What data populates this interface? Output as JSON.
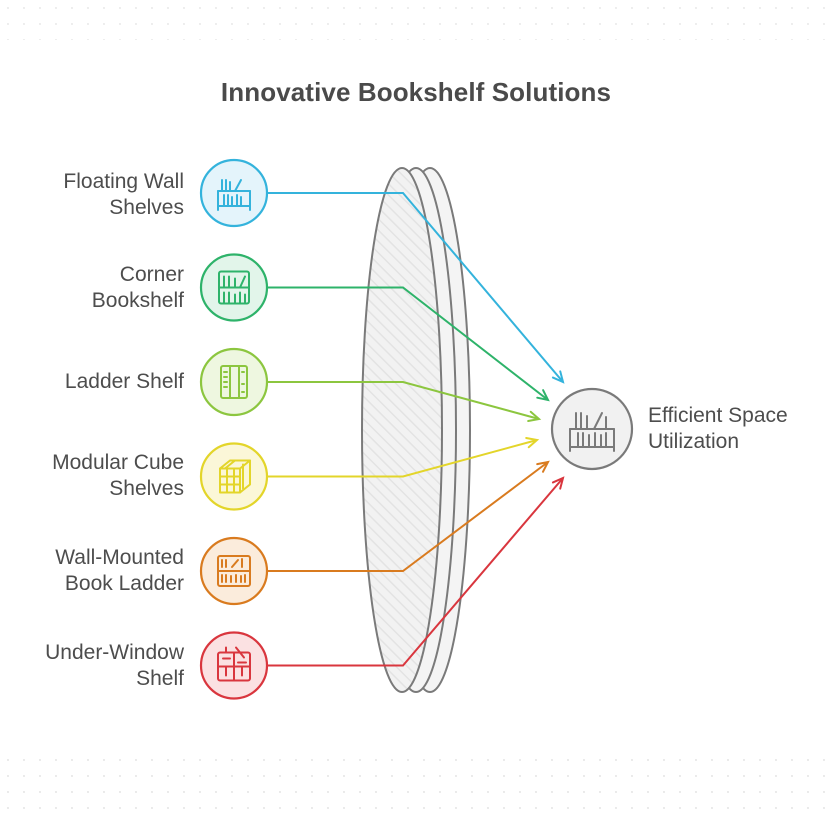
{
  "title": "Innovative Bookshelf Solutions",
  "colors": {
    "cyan": "#34b3dc",
    "green": "#2eb36a",
    "lime": "#8cc63f",
    "yellow": "#e3d52a",
    "orange": "#d97b1f",
    "red": "#d9363e",
    "gray": "#7a7a7a"
  },
  "inputs": [
    {
      "label": "Floating Wall\nShelves",
      "color": "cyan",
      "fill": "#e4f4fb",
      "icon": "floating-shelf-icon"
    },
    {
      "label": "Corner\nBookshelf",
      "color": "green",
      "fill": "#e2f5ea",
      "icon": "corner-bookshelf-icon"
    },
    {
      "label": "Ladder Shelf",
      "color": "lime",
      "fill": "#eef7e0",
      "icon": "ladder-shelf-icon"
    },
    {
      "label": "Modular Cube\nShelves",
      "color": "yellow",
      "fill": "#fbf7d8",
      "icon": "cube-shelves-icon"
    },
    {
      "label": "Wall-Mounted\nBook Ladder",
      "color": "orange",
      "fill": "#fbecdc",
      "icon": "book-ladder-icon"
    },
    {
      "label": "Under-Window\nShelf",
      "color": "red",
      "fill": "#fbe1e2",
      "icon": "under-window-shelf-icon"
    }
  ],
  "output": {
    "label": "Efficient Space\nUtilization",
    "icon": "bookshelf-icon"
  }
}
